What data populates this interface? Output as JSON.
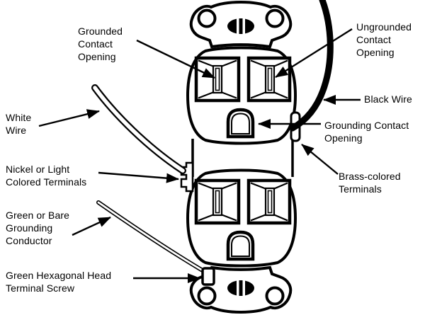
{
  "figure": {
    "type": "labeled-diagram",
    "colors": {
      "ink": "#000000",
      "paper": "#ffffff"
    },
    "labels": {
      "grounded_contact": "Grounded\nContact\nOpening",
      "ungrounded_contact": "Ungrounded\nContact\nOpening",
      "white_wire": "White\nWire",
      "black_wire": "Black Wire",
      "grounding_contact": "Grounding Contact\nOpening",
      "nickel_terminals": "Nickel or Light\nColored Terminals",
      "brass_terminals": "Brass-colored\nTerminals",
      "green_conductor": "Green or Bare\nGrounding\nConductor",
      "green_screw": "Green Hexagonal Head\nTerminal Screw"
    }
  }
}
